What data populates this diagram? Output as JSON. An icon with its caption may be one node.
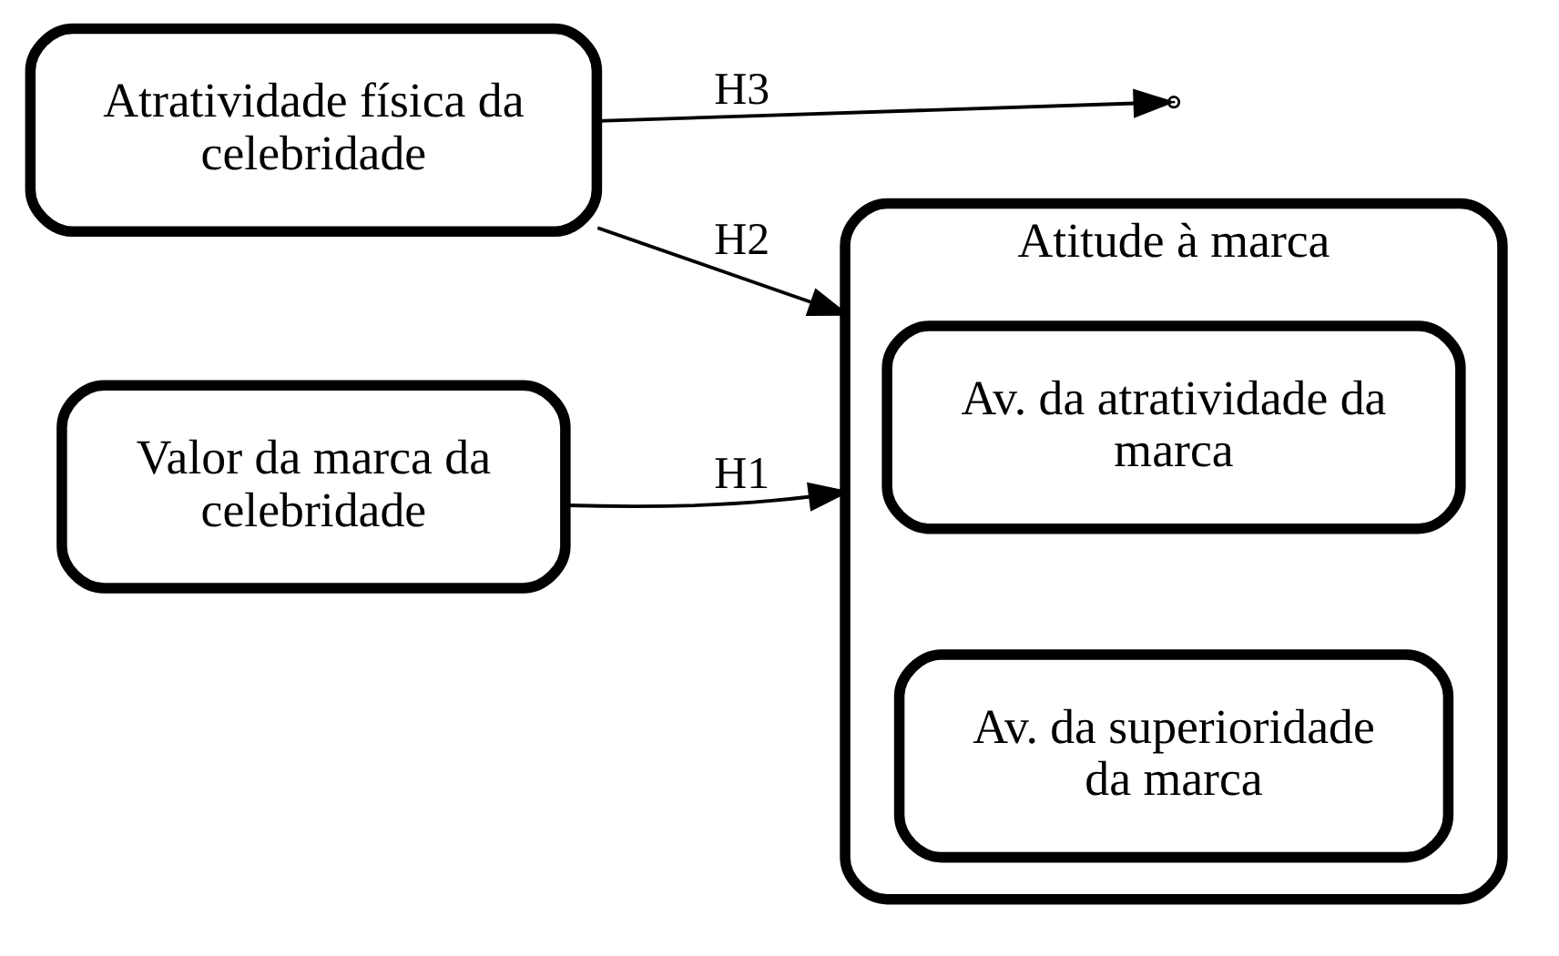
{
  "diagram": {
    "nodes": [
      {
        "text": [
          "Atratividade física da celebridade"
        ]
      },
      {
        "text": [
          "Atitude à marca"
        ]
      },
      {
        "text": [
          "Av. da atratividade da marca"
        ],
        "in": 1
      },
      {
        "text": [
          "Av. da superioridade da marca"
        ],
        "in": 1
      },
      {
        "text": [
          "Valor da marca da celebridade"
        ]
      }
    ],
    "edges": [
      {
        "from": 4,
        "to": 1,
        "arrow": "to",
        "label": "H1"
      },
      {
        "from": 0,
        "to": 1,
        "arrow": "to",
        "label": "H2"
      },
      {
        "from": 0,
        "to": null,
        "arrow": "to",
        "label": "H3"
      }
    ]
  }
}
